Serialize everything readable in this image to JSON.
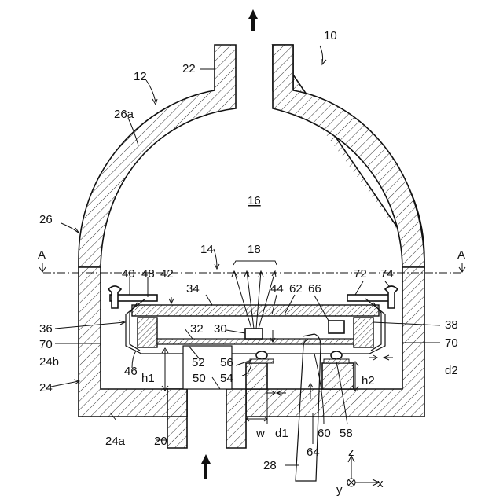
{
  "labels": {
    "l10": "10",
    "l12": "12",
    "l14": "14",
    "l16": "16",
    "l18": "18",
    "l20": "20",
    "l22": "22",
    "l24": "24",
    "l24a": "24a",
    "l24b": "24b",
    "l26": "26",
    "l26a": "26a",
    "l28": "28",
    "l30": "30",
    "l32": "32",
    "l34": "34",
    "l36": "36",
    "l38": "38",
    "l40": "40",
    "l42": "42",
    "l44": "44",
    "l46": "46",
    "l48": "48",
    "l50": "50",
    "l52": "52",
    "l54": "54",
    "l56": "56",
    "l58": "58",
    "l60": "60",
    "l62": "62",
    "l64": "64",
    "l66": "66",
    "l70a": "70",
    "l70b": "70",
    "l72": "72",
    "l74": "74",
    "h1": "h1",
    "h2": "h2",
    "w": "w",
    "d1": "d1",
    "d2": "d2",
    "sectionA_left": "A",
    "sectionA_right": "A",
    "axis_z": "z",
    "axis_x": "x",
    "axis_y": "y"
  }
}
